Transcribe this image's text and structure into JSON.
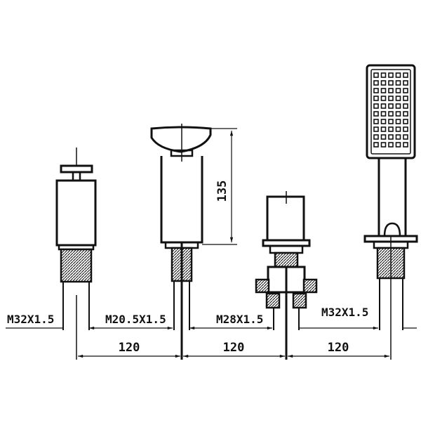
{
  "thread_labels": {
    "tap_left": "M32X1.5",
    "spout": "M20.5X1.5",
    "diverter": "M28X1.5",
    "shower": "M32X1.5"
  },
  "spacing": {
    "first": "120",
    "second": "120",
    "third": "120"
  },
  "height_dim": "135",
  "colors": {
    "line": "#111111",
    "background": "#ffffff"
  }
}
